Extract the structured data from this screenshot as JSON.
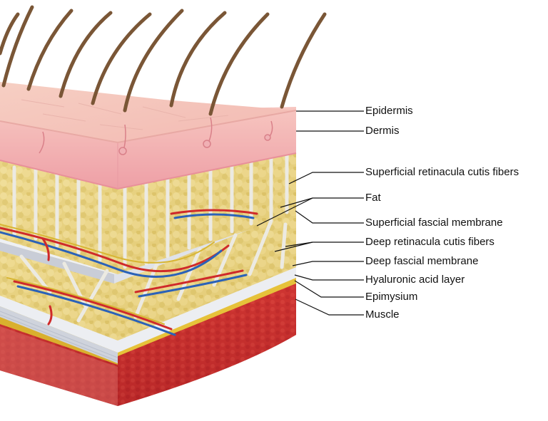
{
  "diagram": {
    "labels": [
      "Epidermis",
      "Dermis",
      "Superficial retinacula cutis fibers",
      "Fat",
      "Superficial fascial membrane",
      "Deep retinacula cutis fibers",
      "Deep fascial membrane",
      "Hyaluronic acid layer",
      "Epimysium",
      "Muscle"
    ]
  },
  "colors": {
    "epidermis": "#f5c9bf",
    "dermis": "#f2aeb0",
    "fat": "#e6cf7a",
    "fascia": "#e8eaef",
    "muscle": "#c8302f",
    "hair": "#7a5636",
    "artery": "#cf2a2a",
    "vein": "#2b62b8",
    "nerve": "#d8b634"
  }
}
